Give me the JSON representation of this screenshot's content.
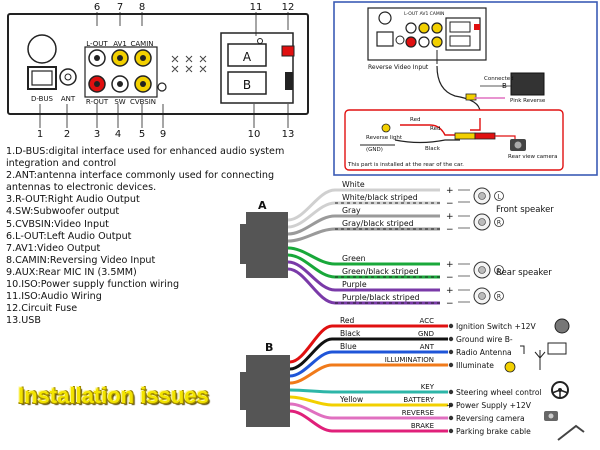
{
  "panel": {
    "top_numbers": [
      "6",
      "7",
      "8",
      "11",
      "12"
    ],
    "jack_labels_top": [
      "L-OUT",
      "AV1",
      "CAMIN"
    ],
    "jack_labels_bottom": [
      "R-OUT",
      "SW",
      "CVBSIN"
    ],
    "left_labels": [
      "D-BUS",
      "ANT"
    ],
    "iso_letters": [
      "A",
      "B"
    ],
    "bottom_numbers": [
      "1",
      "2",
      "3",
      "4",
      "5",
      "9",
      "10",
      "13"
    ]
  },
  "legend": [
    "1.D-BUS:digital interface used for enhanced audio system",
    "integration and control",
    "2.ANT:antenna interface commonly used for connecting",
    "antennas to electronic devices.",
    "3.R-OUT:Right Audio Output",
    "4.SW:Subwoofer output",
    "5.CVBSIN:Video Input",
    "6.L-OUT:Left Audio Output",
    "7.AV1:Video Output",
    "8.CAMIN:Reversing Video Input",
    "9.AUX:Rear MIC IN (3.5MM)",
    "10.ISO:Power supply function wiring",
    "11.ISO:Audio Wiring",
    "12.Circuit Fuse",
    "13.USB"
  ],
  "title": "Installation issues",
  "reverse": {
    "jack_labels": [
      "L-OUT",
      "AV1",
      "CAMIN"
    ],
    "input_label": "Reverse Video Input",
    "connected_label": "Connected",
    "b_letter": "B",
    "pink_label": "Pink Reverse",
    "red_label_1": "Red",
    "red_label_2": "Red",
    "black_label": "Black",
    "gnd_label": "(GND)",
    "light_label": "Reverse light",
    "camera_label": "Rear view camera",
    "note": "This part is installed at the rear of the car."
  },
  "connector_a": {
    "letter": "A",
    "wires": [
      {
        "label": "White",
        "color": "#d0d0d0",
        "sign": "+"
      },
      {
        "label": "White/black striped",
        "color": "#d0d0d0",
        "sign": "−"
      },
      {
        "label": "Gray",
        "color": "#9a9a9a",
        "sign": "+"
      },
      {
        "label": "Gray/black striped",
        "color": "#9a9a9a",
        "sign": "−"
      },
      {
        "label": "Green",
        "color": "#19a83a",
        "sign": "+"
      },
      {
        "label": "Green/black striped",
        "color": "#19a83a",
        "sign": "−"
      },
      {
        "label": "Purple",
        "color": "#7a3aa8",
        "sign": "+"
      },
      {
        "label": "Purple/black striped",
        "color": "#7a3aa8",
        "sign": "−"
      }
    ],
    "speaker_letters": [
      "L",
      "R",
      "L",
      "R"
    ],
    "front_label": "Front speaker",
    "rear_label": "Rear speaker"
  },
  "connector_b": {
    "letter": "B",
    "wires": [
      {
        "left": "Red",
        "right": "ACC",
        "color": "#e01010",
        "desc": "Ignition Switch +12V"
      },
      {
        "left": "Black",
        "right": "GND",
        "color": "#111111",
        "desc": "Ground wire B-"
      },
      {
        "left": "Blue",
        "right": "ANT",
        "color": "#1f55d8",
        "desc": "Radio Antenna"
      },
      {
        "left": "",
        "right": "ILLUMINATION",
        "color": "#f07a1a",
        "desc": "Illuminate"
      },
      {
        "left": "",
        "right": "KEY",
        "color": "#2db6a8",
        "desc": "Steering wheel control"
      },
      {
        "left": "Yellow",
        "right": "BATTERY",
        "color": "#f2d000",
        "desc": "Power Supply +12V"
      },
      {
        "left": "",
        "right": "REVERSE",
        "color": "#e070c0",
        "desc": "Reversing camera"
      },
      {
        "left": "",
        "right": "BRAKE",
        "color": "#e0207a",
        "desc": "Parking brake cable"
      }
    ],
    "plus_sign": "+"
  }
}
